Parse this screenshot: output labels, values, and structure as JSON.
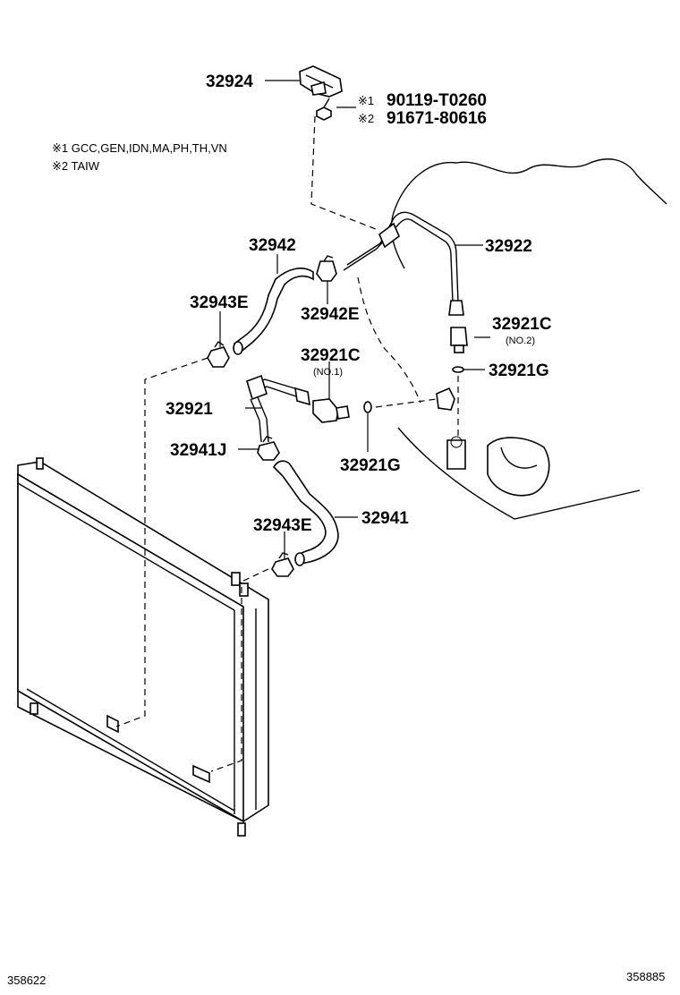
{
  "parts": {
    "p32924": "32924",
    "p90119": "90119-T0260",
    "p91671": "91671-80616",
    "p32922": "32922",
    "p32942": "32942",
    "p32943E_top": "32943E",
    "p32942E": "32942E",
    "p32921C_no1": "32921C",
    "p32921C_no1_sub": "(NO.1)",
    "p32921C_no2": "32921C",
    "p32921C_no2_sub": "(NO.2)",
    "p32921G_right": "32921G",
    "p32921": "32921",
    "p32941J": "32941J",
    "p32921G_mid": "32921G",
    "p32943E_bottom": "32943E",
    "p32941": "32941"
  },
  "callouts": {
    "mark1": "※1",
    "mark2": "※2"
  },
  "notes": {
    "note1": "※1 GCC,GEN,IDN,MA,PH,TH,VN",
    "note2": "※2 TAIW"
  },
  "footer": {
    "left_code": "358622",
    "right_code": "358885"
  }
}
